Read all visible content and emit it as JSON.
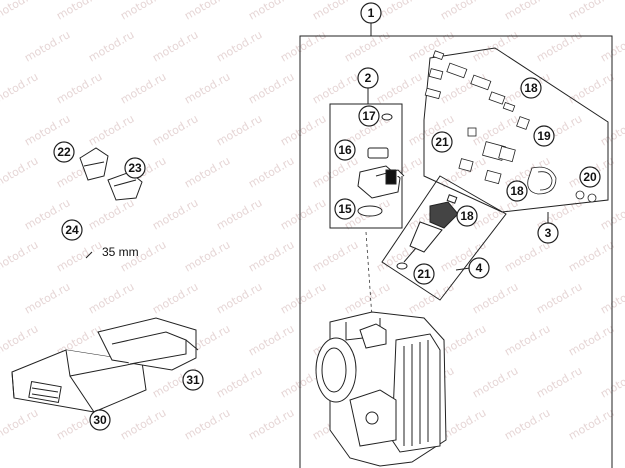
{
  "diagram": {
    "watermark": "motod.ru",
    "note_label": "35 mm",
    "callouts": {
      "c1": "1",
      "c2": "2",
      "c3": "3",
      "c4": "4",
      "c15": "15",
      "c16": "16",
      "c17": "17",
      "c18a": "18",
      "c18b": "18",
      "c18c": "18",
      "c19": "19",
      "c20": "20",
      "c21a": "21",
      "c21b": "21",
      "c22": "22",
      "c23": "23",
      "c24": "24",
      "c30": "30",
      "c31": "31"
    }
  }
}
